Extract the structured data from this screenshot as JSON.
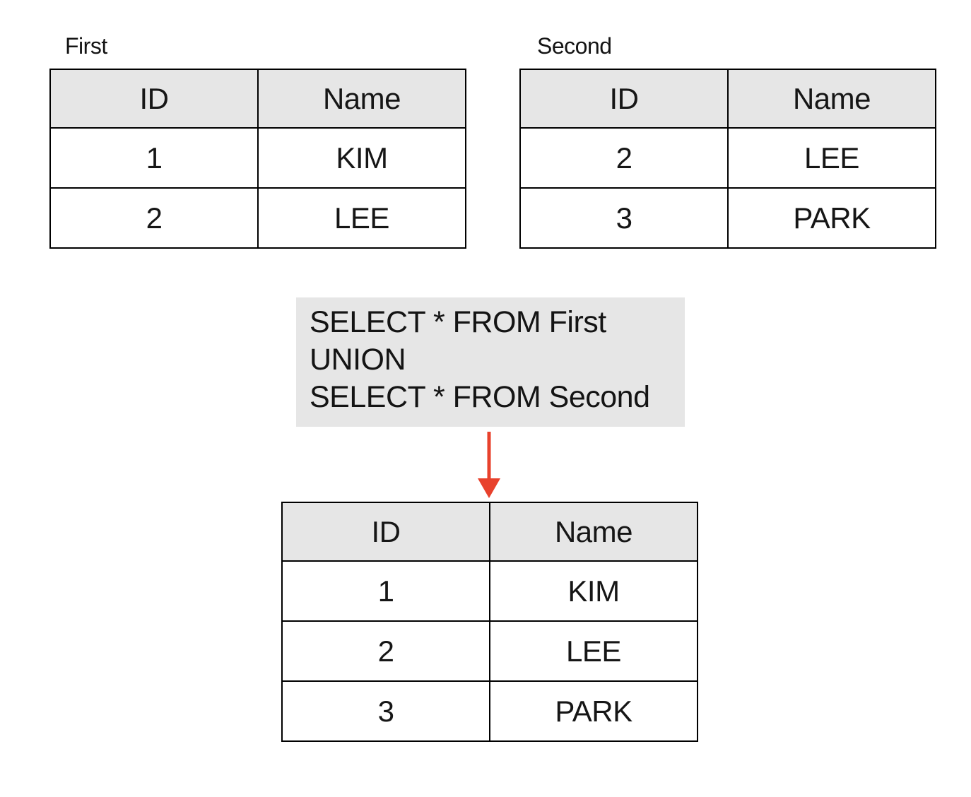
{
  "colors": {
    "header_bg": "#e6e6e6",
    "query_bg": "#e6e6e6",
    "border": "#000000",
    "arrow": "#e8412c",
    "text": "#161616"
  },
  "tables": {
    "first": {
      "title": "First",
      "headers": [
        "ID",
        "Name"
      ],
      "rows": [
        [
          "1",
          "KIM"
        ],
        [
          "2",
          "LEE"
        ]
      ]
    },
    "second": {
      "title": "Second",
      "headers": [
        "ID",
        "Name"
      ],
      "rows": [
        [
          "2",
          "LEE"
        ],
        [
          "3",
          "PARK"
        ]
      ]
    },
    "result": {
      "headers": [
        "ID",
        "Name"
      ],
      "rows": [
        [
          "1",
          "KIM"
        ],
        [
          "2",
          "LEE"
        ],
        [
          "3",
          "PARK"
        ]
      ]
    }
  },
  "query": {
    "lines": [
      "SELECT * FROM First",
      "UNION",
      "SELECT * FROM Second"
    ]
  }
}
